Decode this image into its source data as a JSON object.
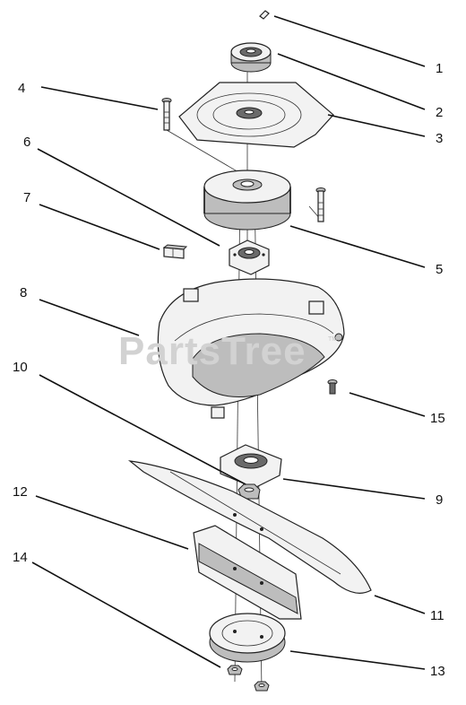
{
  "watermark": {
    "text": "PartsTree",
    "trademark": "TM"
  },
  "callouts": [
    {
      "id": "callout-1",
      "label": "1"
    },
    {
      "id": "callout-2",
      "label": "2"
    },
    {
      "id": "callout-3",
      "label": "3"
    },
    {
      "id": "callout-4",
      "label": "4"
    },
    {
      "id": "callout-5",
      "label": "5"
    },
    {
      "id": "callout-6",
      "label": "6"
    },
    {
      "id": "callout-7",
      "label": "7"
    },
    {
      "id": "callout-8",
      "label": "8"
    },
    {
      "id": "callout-9",
      "label": "9"
    },
    {
      "id": "callout-10",
      "label": "10"
    },
    {
      "id": "callout-11",
      "label": "11"
    },
    {
      "id": "callout-12",
      "label": "12"
    },
    {
      "id": "callout-13",
      "label": "13"
    },
    {
      "id": "callout-14",
      "label": "14"
    },
    {
      "id": "callout-15",
      "label": "15"
    }
  ]
}
